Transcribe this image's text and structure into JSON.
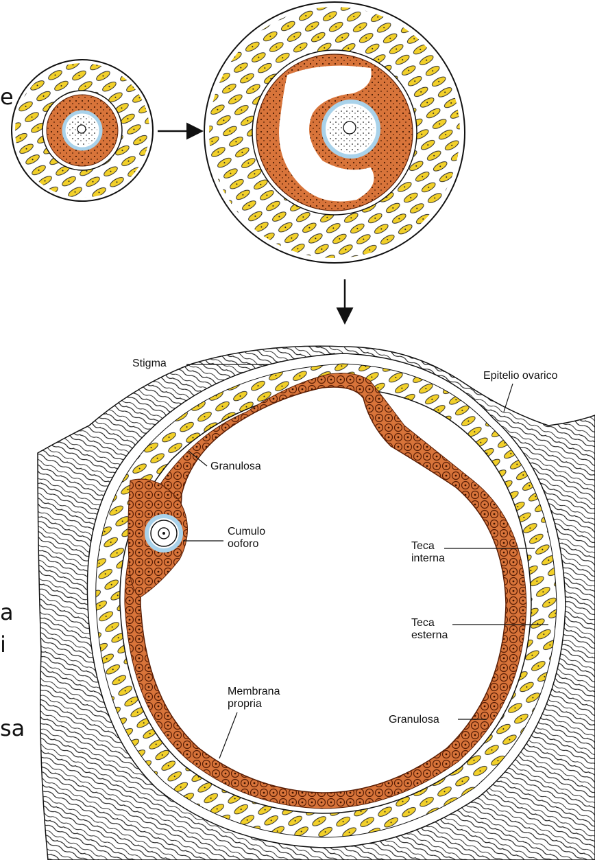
{
  "slide_fragments": [
    "e",
    "a",
    "i",
    "sa"
  ],
  "labels": {
    "stigma": "Stigma",
    "epitelio_ovarico": "Epitelio ovarico",
    "granulosa_top": "Granulosa",
    "cumulo_line1": "Cumulo",
    "cumulo_line2": "ooforo",
    "teca_interna_line1": "Teca",
    "teca_interna_line2": "interna",
    "teca_esterna_line1": "Teca",
    "teca_esterna_line2": "esterna",
    "membrana_line1": "Membrana",
    "membrana_line2": "propria",
    "granulosa_right": "Granulosa"
  },
  "colors": {
    "granulosa": "#d8743a",
    "granulosa_dark": "#7a2e0a",
    "theca": "#f2d02a",
    "zona_pellucida": "#a9d2ea",
    "stroma_ink": "#1a1a1a"
  },
  "icons": [
    "arrow-right-icon",
    "arrow-down-icon"
  ]
}
